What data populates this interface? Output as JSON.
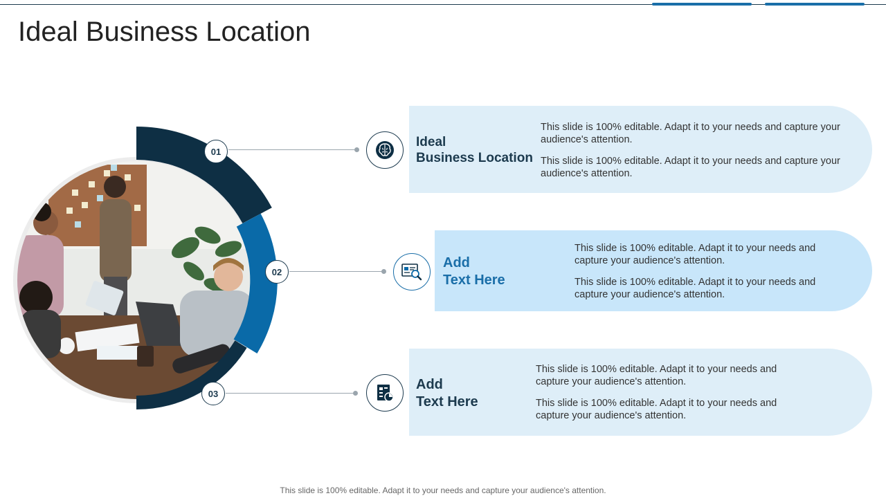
{
  "slide": {
    "title": "Ideal Business Location",
    "footer": "This slide is 100% editable. Adapt it to your needs and capture your audience's attention."
  },
  "items": [
    {
      "number": "01",
      "icon": "brain-icon",
      "title": "Ideal\nBusiness Location",
      "paragraphs": [
        "This slide is 100% editable. Adapt it to your needs and capture your audience's attention.",
        "This slide is 100% editable. Adapt it to your needs and capture your audience's attention."
      ]
    },
    {
      "number": "02",
      "icon": "data-analysis-icon",
      "title": "Add\nText Here",
      "paragraphs": [
        "This slide is 100% editable. Adapt it to your needs and capture your audience's attention.",
        "This slide is 100% editable. Adapt it to your needs and capture your audience's attention."
      ]
    },
    {
      "number": "03",
      "icon": "dashboard-report-icon",
      "title": "Add\nText Here",
      "paragraphs": [
        "This slide is 100% editable. Adapt it to your needs and capture your audience's attention.",
        "This slide is 100% editable. Adapt it to your needs and capture your audience's attention."
      ]
    }
  ],
  "colors": {
    "dark_navy": "#0e2f44",
    "accent_blue": "#0a6aa8",
    "card_light": "#deeef8",
    "card_accent": "#c8e6fa"
  }
}
